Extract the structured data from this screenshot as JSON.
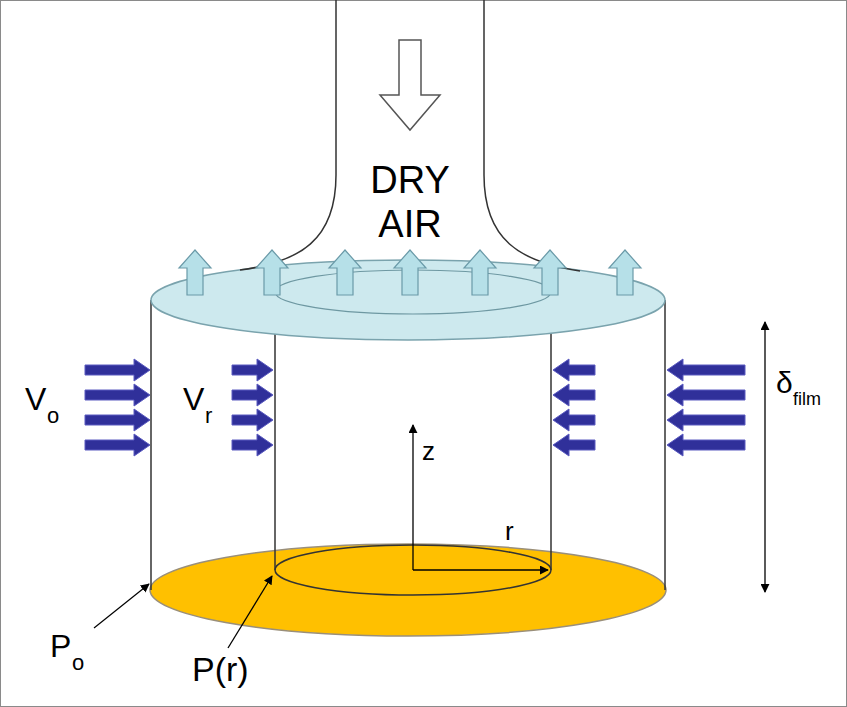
{
  "diagram": {
    "nodes": [
      {
        "text": [
          "DRY AIR"
        ]
      }
    ],
    "labels": [
      "V",
      "o",
      "V",
      "r",
      "z",
      "r",
      "δ",
      "film",
      "P",
      "o",
      "P(r)"
    ]
  }
}
